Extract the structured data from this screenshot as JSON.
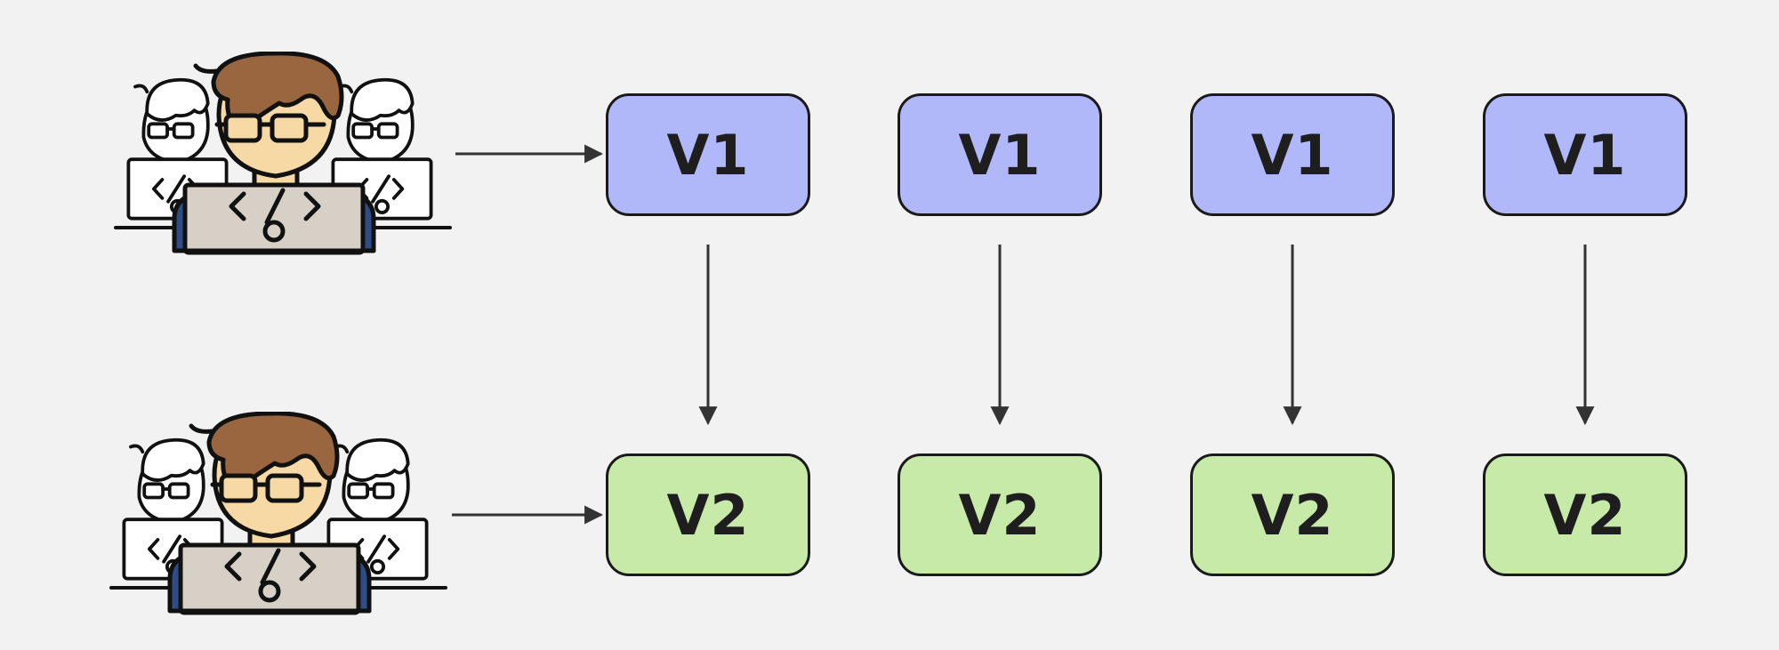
{
  "rows": [
    {
      "team": "developer-team-v1",
      "label": "V1",
      "color": "#b0b8fa",
      "boxes": [
        "V1",
        "V1",
        "V1",
        "V1"
      ]
    },
    {
      "team": "developer-team-v2",
      "label": "V2",
      "color": "#c8eaa8",
      "boxes": [
        "V2",
        "V2",
        "V2",
        "V2"
      ]
    }
  ],
  "colors": {
    "background": "#f2f2f2",
    "stroke": "#1a1a1a",
    "arrow": "#333333"
  },
  "icons": [
    "developer-team-icon",
    "arrow-right-icon",
    "arrow-down-icon"
  ]
}
